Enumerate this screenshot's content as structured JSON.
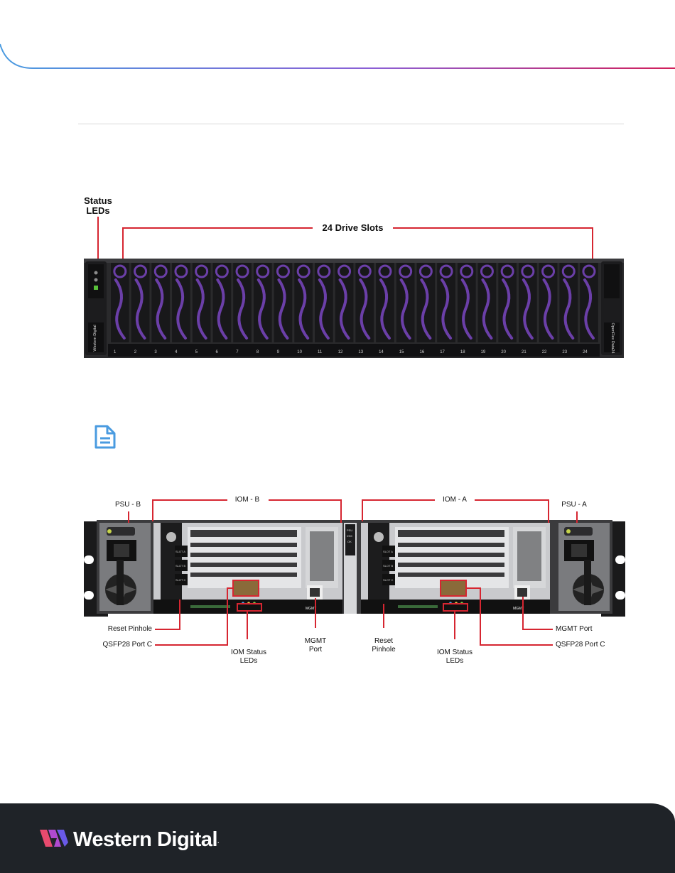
{
  "front": {
    "status_leds": "Status\nLEDs",
    "drive_slots": "24 Drive Slots",
    "slot_numbers": [
      "1",
      "2",
      "3",
      "4",
      "5",
      "6",
      "7",
      "8",
      "9",
      "10",
      "11",
      "12",
      "13",
      "14",
      "15",
      "16",
      "17",
      "18",
      "19",
      "20",
      "21",
      "22",
      "23",
      "24"
    ],
    "left_ear_brand": "Western Digital",
    "right_ear_product": "OpenFlex Data24"
  },
  "rear": {
    "psu_b": "PSU - B",
    "iom_b": "IOM - B",
    "iom_a": "IOM - A",
    "psu_a": "PSU - A",
    "reset_pinhole_b": "Reset Pinhole",
    "qsfp_b": "QSFP28 Port C",
    "iom_status_b": "IOM Status\nLEDs",
    "mgmt_b": "MGMT\nPort",
    "reset_pinhole_a": "Reset\nPinhole",
    "iom_status_a": "IOM Status\nLEDs",
    "mgmt_a": "MGMT Port",
    "qsfp_a": "QSFP28 Port C",
    "slot_labels": [
      "SLOT A",
      "SLOT B",
      "SLOT C"
    ],
    "mgmt_text": "MGMT",
    "mid_labels": [
      "PSU",
      "IOM",
      "OK"
    ]
  },
  "footer": {
    "brand": "Western Digital",
    "trademark": "."
  },
  "colors": {
    "accent_line_left": "#4a9be0",
    "accent_line_right": "#d21f5a",
    "drive_purple": "#6b3fa8",
    "callout_red": "#d62631",
    "footer_bg": "#1f2328",
    "note_icon": "#4a9be0"
  }
}
